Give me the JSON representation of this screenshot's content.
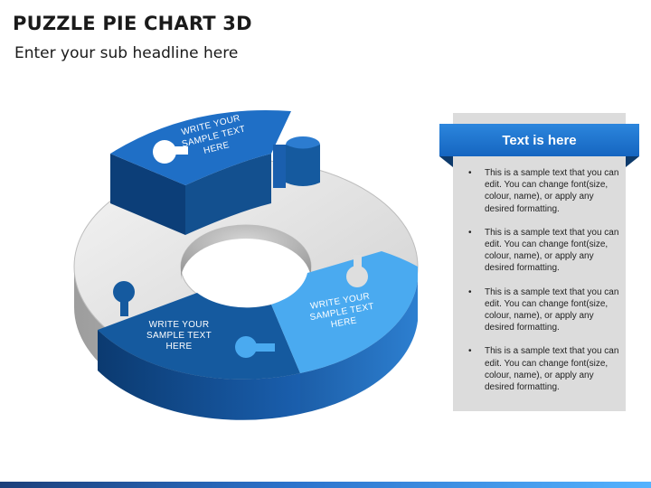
{
  "slide": {
    "title": "PUZZLE PIE CHART 3D",
    "subtitle": "Enter your sub headline here"
  },
  "diagram": {
    "segments": [
      {
        "name": "top-raised",
        "lines": [
          "WRITE YOUR",
          "SAMPLE  TEXT",
          "HERE"
        ],
        "color": "#1f6fc6"
      },
      {
        "name": "bottom-left",
        "lines": [
          "WRITE YOUR",
          "SAMPLE  TEXT",
          "HERE"
        ],
        "color": "#155a9f"
      },
      {
        "name": "right",
        "lines": [
          "WRITE YOUR",
          "SAMPLE  TEXT",
          "HERE"
        ],
        "color": "#4aaaf0"
      }
    ],
    "colors": {
      "grey_top": "#e2e2e2",
      "grey_side": "#b9b9b9",
      "dark_blue_side": "#0c3e78"
    }
  },
  "panel": {
    "header": "Text is here",
    "bullet_char": "•",
    "items": [
      "This is a sample text that you can edit. You can change font(size, colour, name), or apply any desired formatting.",
      "This is a sample text that you can edit. You can change font(size, colour, name), or apply any desired formatting.",
      "This is a sample text that you can edit. You can change font(size, colour, name), or apply any desired formatting.",
      "This is a sample text that you can edit. You can change font(size, colour, name), or apply any desired formatting."
    ]
  }
}
